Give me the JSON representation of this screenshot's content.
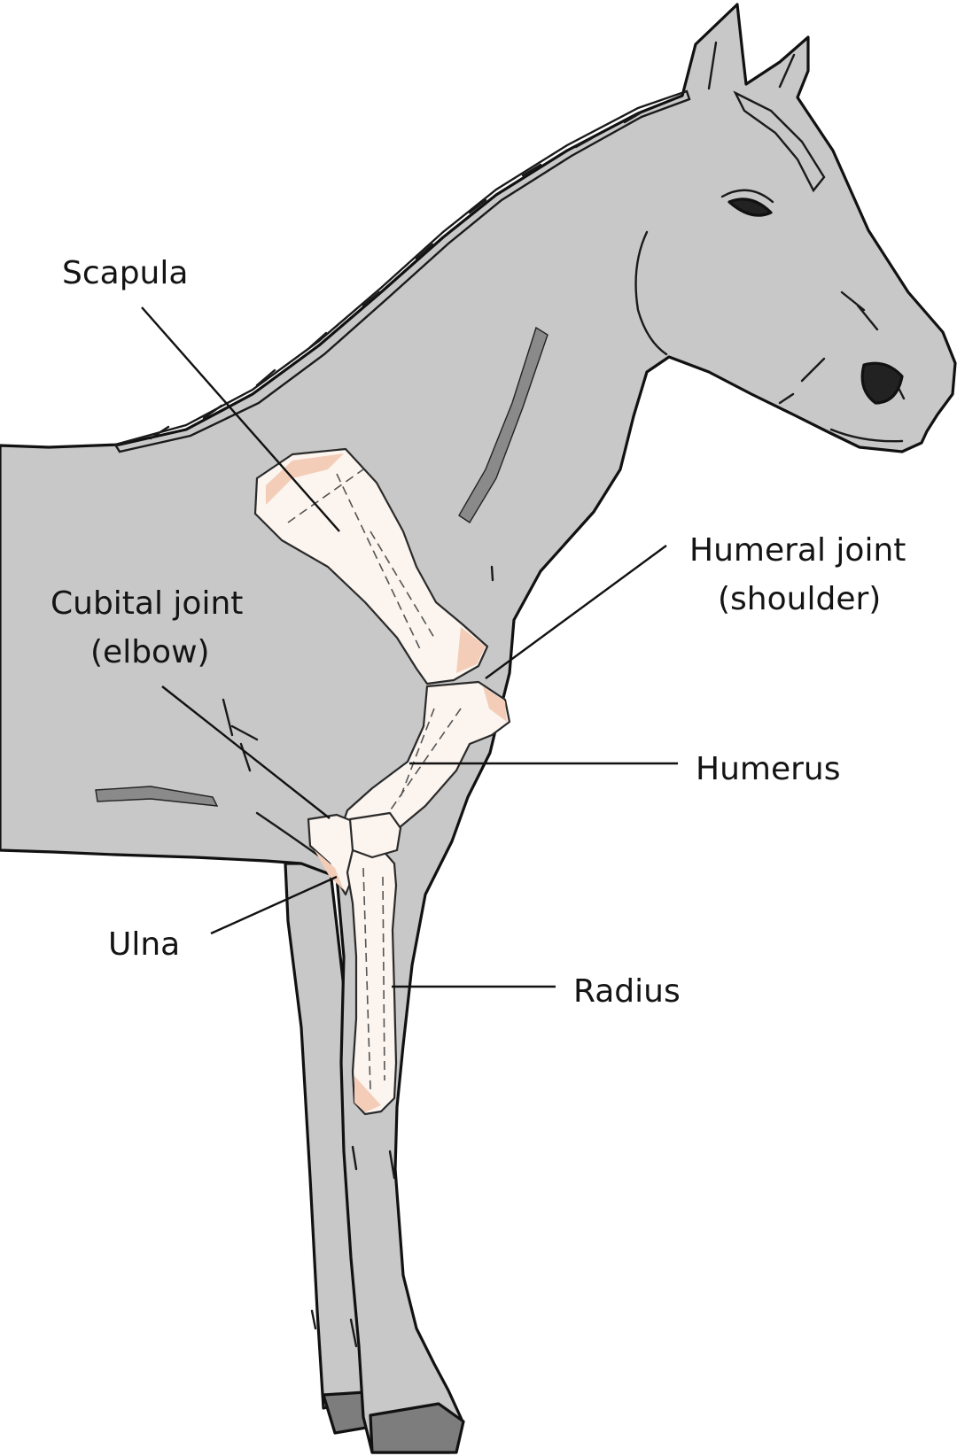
{
  "labels": {
    "scapula": "Scapula",
    "cubital_line1": "Cubital joint",
    "cubital_line2": "(elbow)",
    "humeral_line1": "Humeral joint",
    "humeral_line2": "(shoulder)",
    "humerus": "Humerus",
    "ulna": "Ulna",
    "radius": "Radius"
  },
  "colors": {
    "body": "#c8c8c8",
    "dark_marks": "#8a8a8a",
    "hoof": "#7d7d7d",
    "bone_fill": "#fbf4ef",
    "bone_shadow": "#f4cdb8",
    "outline": "#111111"
  }
}
